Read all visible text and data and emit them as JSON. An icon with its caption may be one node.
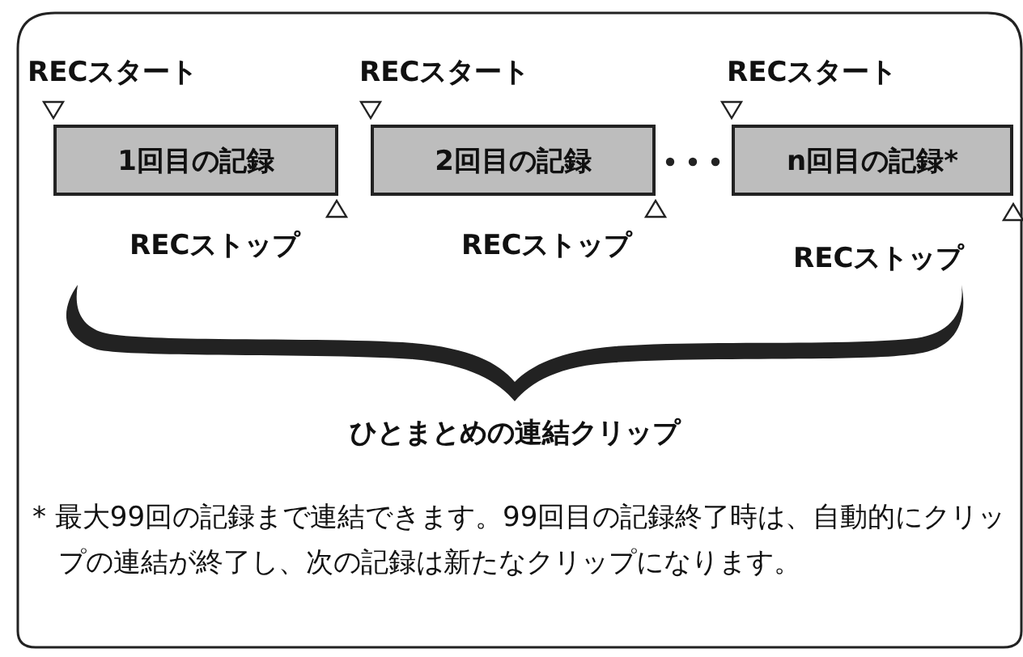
{
  "diagram": {
    "nodes": [
      {
        "text": [
          "1回目の記録"
        ]
      },
      {
        "text": [
          "2回目の記録"
        ]
      },
      {
        "text": [
          "n回目の記録*"
        ]
      }
    ],
    "labels": [
      "RECスタート",
      "RECスタート",
      "RECスタート",
      "RECストップ",
      "RECストップ",
      "RECストップ",
      "ひとまとめの連結クリップ",
      "* 最大99回の記録まで連結できます。99回目の記録終了時は、自動的にクリップの連結が終了し、次の記録は新たなクリップになります。"
    ]
  }
}
